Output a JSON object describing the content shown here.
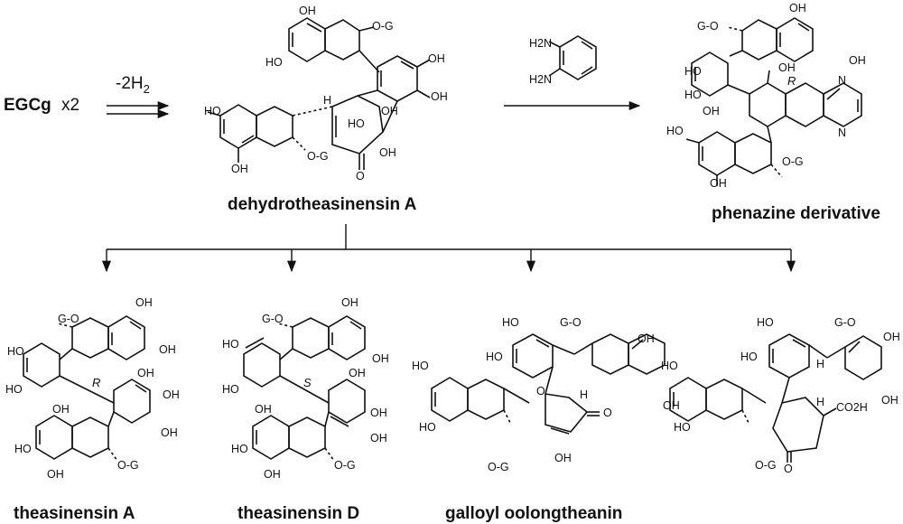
{
  "reactant": {
    "name": "EGCg",
    "multiplier": "x2"
  },
  "step": {
    "condition": "-2H",
    "subscript": "2"
  },
  "reagent": {
    "amine1": "H2N",
    "amine2": "H2N"
  },
  "compounds": {
    "intermediate": "dehydrotheasinensin A",
    "derivative": "phenazine derivative",
    "products": [
      "theasinensin A",
      "theasinensin D",
      "galloyl oolongtheanin",
      ""
    ]
  },
  "stereo": {
    "derivative": "R",
    "theasinensin_a": "R",
    "theasinensin_d": "S"
  },
  "atoms": {
    "hydroxyl": "OH",
    "hydroxyl_left": "HO",
    "galloyl_ester": "O-G",
    "galloyl_ester_left": "G-O",
    "nitrogen": "N",
    "oxygen": "O",
    "hydrogen": "H",
    "carboxyl": "CO2H"
  }
}
